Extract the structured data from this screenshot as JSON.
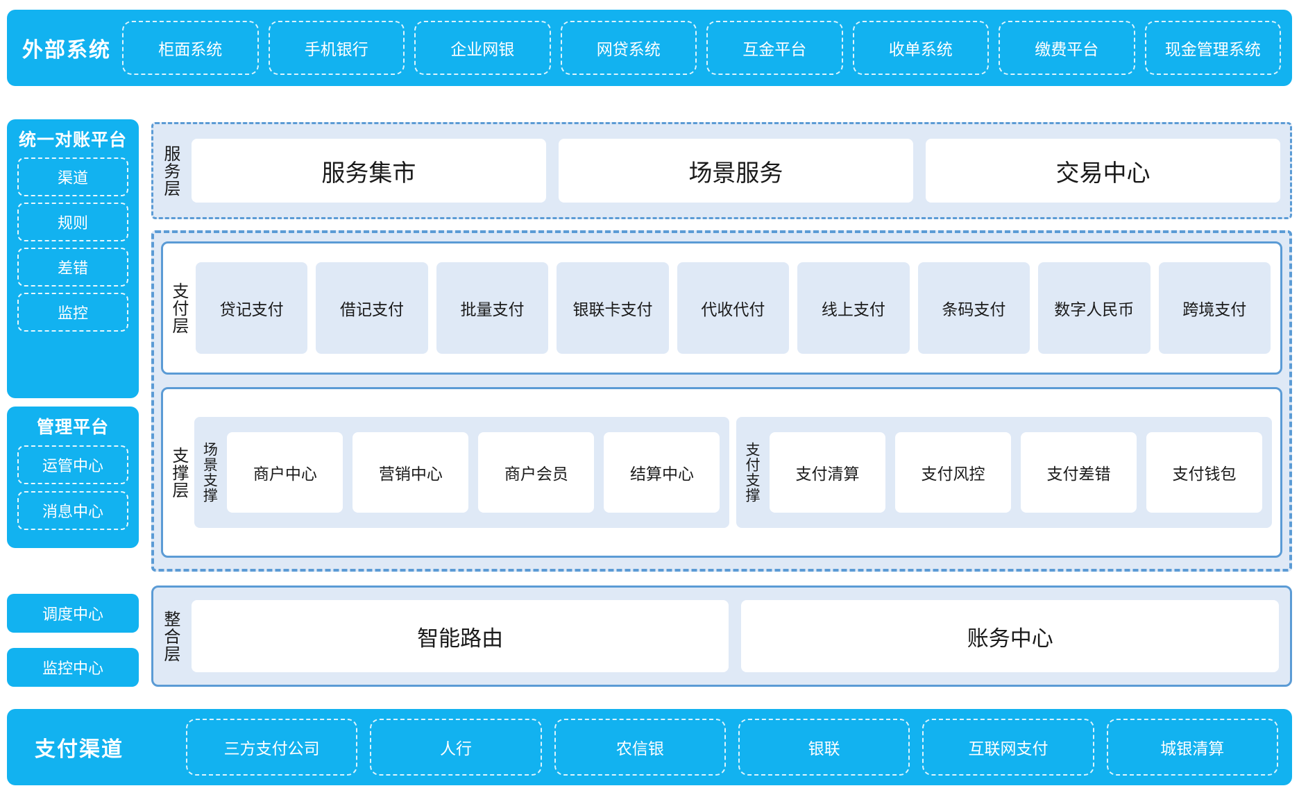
{
  "theme": {
    "cyan": "#12b2f0",
    "panel_blue": "#5b9bd5",
    "tile_fill": "#dfe9f6",
    "white": "#ffffff"
  },
  "external_systems": {
    "title": "外部系统",
    "items": [
      "柜面系统",
      "手机银行",
      "企业网银",
      "网贷系统",
      "互金平台",
      "收单系统",
      "缴费平台",
      "现金管理系统"
    ]
  },
  "sidebar": {
    "reconciliation_platform": {
      "title": "统一对账平台",
      "items": [
        "渠道",
        "规则",
        "差错",
        "监控"
      ]
    },
    "management_platform": {
      "title": "管理平台",
      "items": [
        "运管中心",
        "消息中心"
      ]
    },
    "standalone": [
      "调度中心",
      "监控中心"
    ]
  },
  "service_layer": {
    "label": "服务层",
    "items": [
      "服务集市",
      "场景服务",
      "交易中心"
    ]
  },
  "payment_layer": {
    "label": "支付层",
    "items": [
      "贷记支付",
      "借记支付",
      "批量支付",
      "银联卡支付",
      "代收代付",
      "线上支付",
      "条码支付",
      "数字人民币",
      "跨境支付"
    ]
  },
  "support_layer": {
    "label": "支撑层",
    "groups": [
      {
        "label": "场景支撑",
        "items": [
          "商户中心",
          "营销中心",
          "商户会员",
          "结算中心"
        ]
      },
      {
        "label": "支付支撑",
        "items": [
          "支付清算",
          "支付风控",
          "支付差错",
          "支付钱包"
        ]
      }
    ]
  },
  "integration_layer": {
    "label": "整合层",
    "items": [
      "智能路由",
      "账务中心"
    ]
  },
  "payment_channels": {
    "title": "支付渠道",
    "items": [
      "三方支付公司",
      "人行",
      "农信银",
      "银联",
      "互联网支付",
      "城银清算"
    ]
  }
}
